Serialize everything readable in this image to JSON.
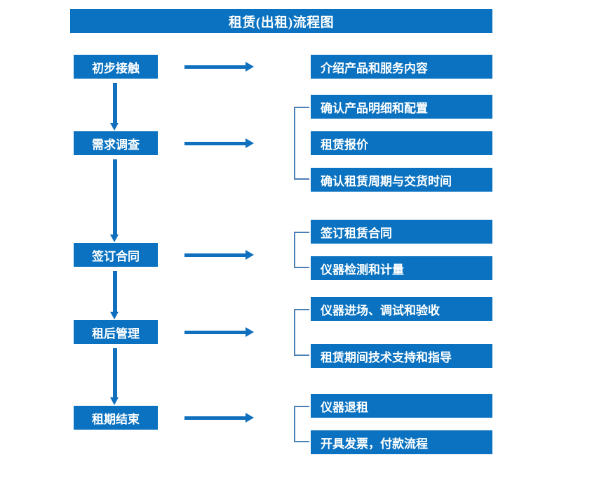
{
  "title": "租赁(出租)流程图",
  "colors": {
    "box_blue": "#0A72C0",
    "arrow_blue": "#1070BE",
    "bracket_blue": "#4B80B4",
    "text_white": "#FFFFFF",
    "background": "#FFFFFF"
  },
  "stages": [
    {
      "label": "初步接触"
    },
    {
      "label": "需求调查"
    },
    {
      "label": "签订合同"
    },
    {
      "label": "租后管理"
    },
    {
      "label": "租期结束"
    }
  ],
  "details": [
    {
      "label": "介绍产品和服务内容"
    },
    {
      "label": "确认产品明细和配置"
    },
    {
      "label": "租赁报价"
    },
    {
      "label": "确认租赁周期与交货时间"
    },
    {
      "label": "签订租赁合同"
    },
    {
      "label": "仪器检测和计量"
    },
    {
      "label": "仪器进场、调试和验收"
    },
    {
      "label": "租赁期间技术支持和指导"
    },
    {
      "label": "仪器退租"
    },
    {
      "label": "开具发票，付款流程"
    }
  ]
}
